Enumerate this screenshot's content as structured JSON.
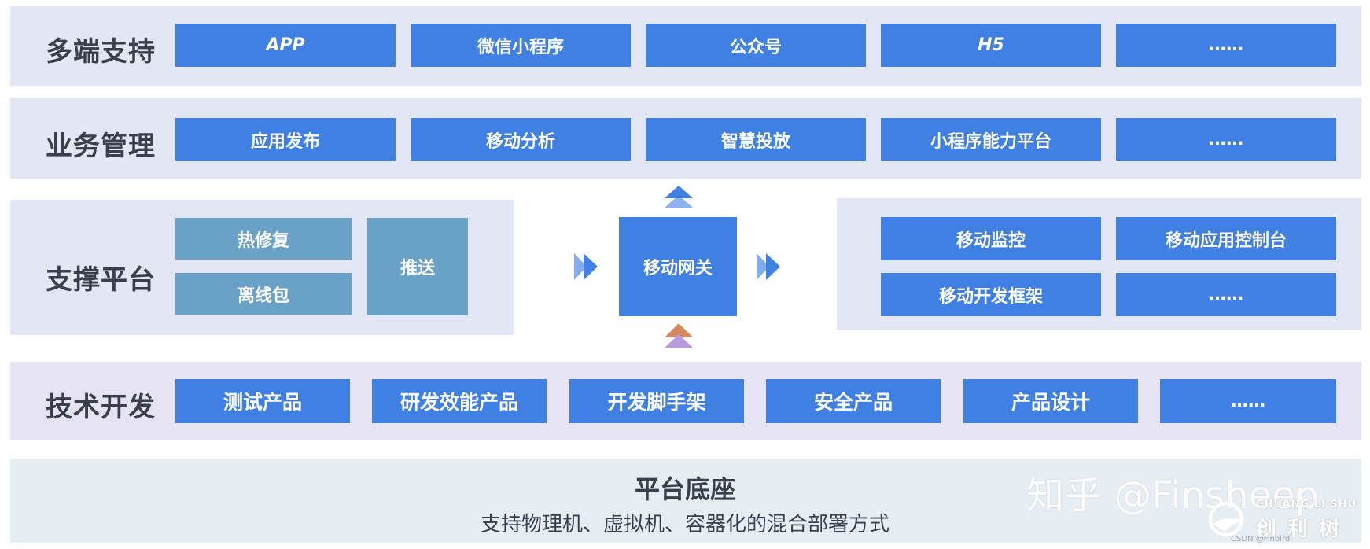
{
  "colors": {
    "band_bg": "#e3e6f4",
    "band_bg_tech": "#e6e4f4",
    "base_bg": "#e7eef3",
    "box_blue": "#4080e3",
    "box_teal": "#6aa1c6",
    "arrow_blue": "#4080e3",
    "arrow_orange": "#d48a5e",
    "arrow_purple": "#b89be0"
  },
  "rows": {
    "multi": {
      "label": "多端支持",
      "items": [
        "APP",
        "微信小程序",
        "公众号",
        "H5",
        "……"
      ]
    },
    "business": {
      "label": "业务管理",
      "items": [
        "应用发布",
        "移动分析",
        "智慧投放",
        "小程序能力平台",
        "……"
      ]
    },
    "support": {
      "label": "支撑平台",
      "hotfix": "热修复",
      "offline": "离线包",
      "push": "推送"
    },
    "gateway": {
      "label": "移动网关"
    },
    "right_panel": {
      "items": [
        "移动监控",
        "移动应用控制台",
        "移动开发框架",
        "……"
      ]
    },
    "tech": {
      "label": "技术开发",
      "items": [
        "测试产品",
        "研发效能产品",
        "开发脚手架",
        "安全产品",
        "产品设计",
        "……"
      ]
    }
  },
  "base": {
    "title": "平台底座",
    "subtitle": "支持物理机、虚拟机、容器化的混合部署方式"
  },
  "watermark": {
    "text": "知乎 @Finsheep",
    "logo_en": "CHUANG LI SHU",
    "logo_cn": "创利树",
    "small": "CSDN @Finbird"
  }
}
